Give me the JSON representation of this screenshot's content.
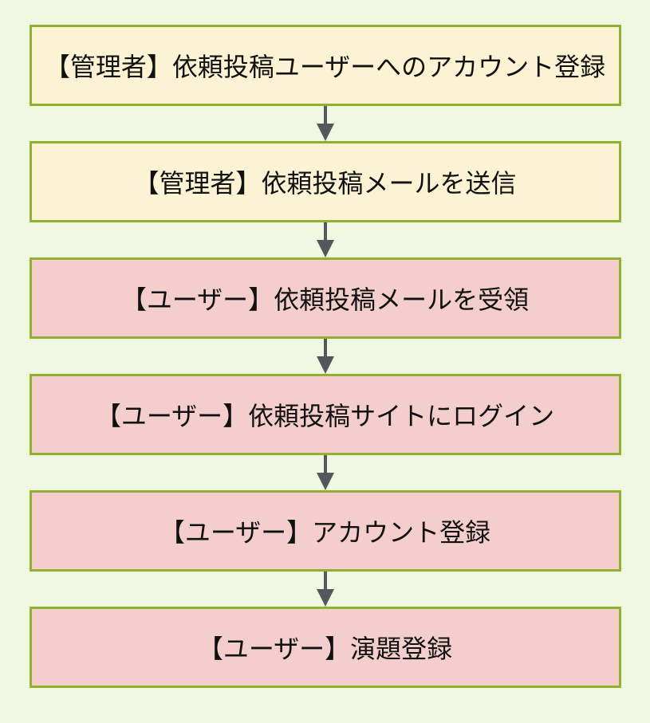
{
  "flowchart": {
    "steps": [
      {
        "label": "【管理者】依頼投稿ユーザーへのアカウント登録",
        "variant": "admin"
      },
      {
        "label": "【管理者】依頼投稿メールを送信",
        "variant": "admin"
      },
      {
        "label": "【ユーザー】依頼投稿メールを受領",
        "variant": "user"
      },
      {
        "label": "【ユーザー】依頼投稿サイトにログイン",
        "variant": "user"
      },
      {
        "label": "【ユーザー】アカウント登録",
        "variant": "user"
      },
      {
        "label": "【ユーザー】演題登録",
        "variant": "user"
      }
    ],
    "colors": {
      "background": "#F0F7E2",
      "admin_fill": "#FBF3D4",
      "user_fill": "#F4CECC",
      "border": "#8FB12E",
      "arrow": "#54585B",
      "text": "#111111"
    }
  }
}
